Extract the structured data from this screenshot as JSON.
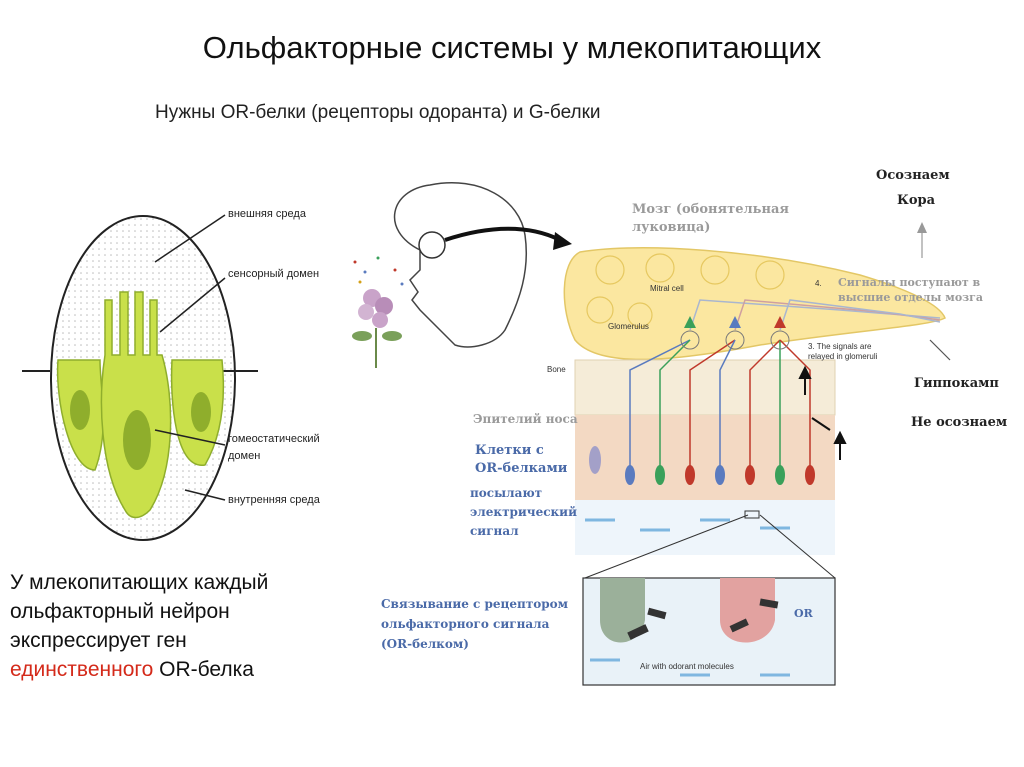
{
  "slide": {
    "title": "Ольфакторные системы у млекопитающих",
    "subtitle": "Нужны OR-белки (рецепторы одоранта) и G-белки",
    "caption_lines": [
      "У млекопитающих каждый",
      "ольфакторный нейрон",
      "экспрессирует ген"
    ],
    "caption_highlight": "единственного",
    "caption_tail": " OR-белка"
  },
  "cell_diagram": {
    "labels": {
      "external": "внешняя среда",
      "sensory": "сенсорный домен",
      "homeostatic_1": "гомеостатический",
      "homeostatic_2": "домен",
      "internal": "внутренняя среда"
    }
  },
  "olfaction_diagram": {
    "brain": "Мозг (обонятельная луковица)",
    "aware": "Осознаем",
    "cortex": "Кора",
    "signals": "Сигналы поступают в высшие отделы мозга",
    "step4": "4.",
    "step3": "3. The signals are relayed in glomeruli",
    "mitral": "Mitral cell",
    "glomerulus": "Glomerulus",
    "bone": "Bone",
    "hippocampus": "Гиппокамп",
    "unaware": "Не осознаем",
    "epithelium": "Эпителий носа",
    "cells_or": "Клетки с OR-белками",
    "send_signal": "посылают электрический сигнал",
    "binding": "Связывание с рецептором ольфакторного сигнала (OR-белком)",
    "or": "OR",
    "air": "Air with odorant molecules"
  },
  "colors": {
    "cell_green": "#c9e04a",
    "cell_dark": "#8fae2c",
    "bulb_yellow": "#fbe7a0",
    "neuron_red": "#c0392b",
    "neuron_blue": "#5a7bbf",
    "caption_red": "#d42a1a"
  }
}
